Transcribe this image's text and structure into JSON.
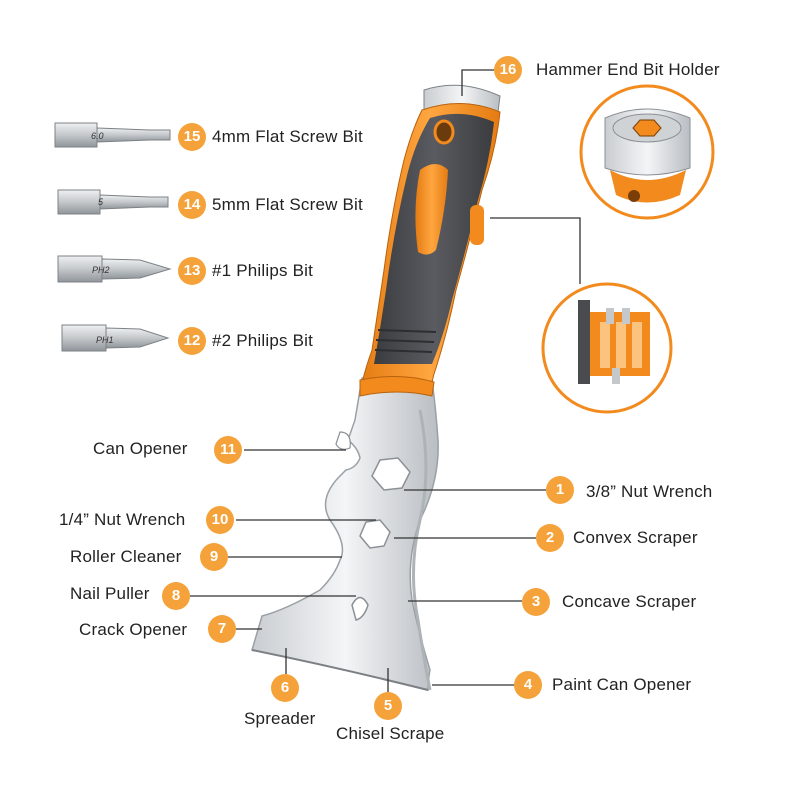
{
  "colors": {
    "badge": "#f5a23a",
    "handle_orange": "#f28a1e",
    "handle_grey": "#4a4b4f",
    "steel": "#d9dde0",
    "leader": "#333333"
  },
  "callouts": [
    {
      "num": "1",
      "label": "3/8” Nut Wrench"
    },
    {
      "num": "2",
      "label": "Convex Scraper"
    },
    {
      "num": "3",
      "label": "Concave Scraper"
    },
    {
      "num": "4",
      "label": "Paint Can Opener"
    },
    {
      "num": "5",
      "label": "Chisel Scrape"
    },
    {
      "num": "6",
      "label": "Spreader"
    },
    {
      "num": "7",
      "label": "Crack Opener"
    },
    {
      "num": "8",
      "label": "Nail Puller"
    },
    {
      "num": "9",
      "label": "Roller Cleaner"
    },
    {
      "num": "10",
      "label": "1/4” Nut Wrench"
    },
    {
      "num": "11",
      "label": "Can Opener"
    },
    {
      "num": "12",
      "label": "#2 Philips Bit"
    },
    {
      "num": "13",
      "label": "#1 Philips Bit"
    },
    {
      "num": "14",
      "label": "5mm Flat Screw Bit"
    },
    {
      "num": "15",
      "label": "4mm Flat Screw Bit"
    },
    {
      "num": "16",
      "label": "Hammer End Bit Holder"
    }
  ],
  "bit_markings": {
    "bit15": "6.0",
    "bit14": "5",
    "bit13": "PH2",
    "bit12": "PH1"
  }
}
